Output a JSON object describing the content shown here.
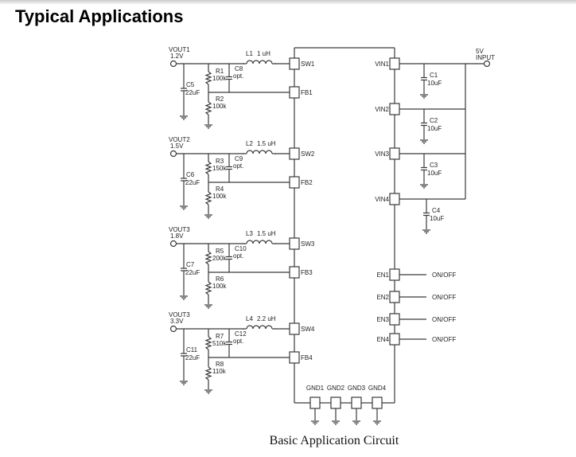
{
  "page": {
    "title": "Typical Applications",
    "caption": "Basic Application Circuit"
  },
  "schematic": {
    "outputs": [
      {
        "name": "VOUT1",
        "voltage": "1.2V",
        "inductor": "L1",
        "inductor_value": "1 uH",
        "r_top": "R1",
        "r_top_value": "100k",
        "r_bot": "R2",
        "r_bot_value": "100k",
        "c_ff": "C8",
        "c_ff_value": "opt.",
        "c_out": "C5",
        "c_out_value": "22uF",
        "sw_pin": "SW1",
        "fb_pin": "FB1"
      },
      {
        "name": "VOUT2",
        "voltage": "1.5V",
        "inductor": "L2",
        "inductor_value": "1.5 uH",
        "r_top": "R3",
        "r_top_value": "150k",
        "r_bot": "R4",
        "r_bot_value": "100k",
        "c_ff": "C9",
        "c_ff_value": "opt.",
        "c_out": "C6",
        "c_out_value": "22uF",
        "sw_pin": "SW2",
        "fb_pin": "FB2"
      },
      {
        "name": "VOUT3",
        "voltage": "1.8V",
        "inductor": "L3",
        "inductor_value": "1.5 uH",
        "r_top": "R5",
        "r_top_value": "200k",
        "r_bot": "R6",
        "r_bot_value": "100k",
        "c_ff": "C10",
        "c_ff_value": "opt.",
        "c_out": "C7",
        "c_out_value": "22uF",
        "sw_pin": "SW3",
        "fb_pin": "FB3"
      },
      {
        "name": "VOUT3",
        "voltage": "3.3V",
        "inductor": "L4",
        "inductor_value": "2.2 uH",
        "r_top": "R7",
        "r_top_value": "510k",
        "r_bot": "R8",
        "r_bot_value": "110k",
        "c_ff": "C12",
        "c_ff_value": "opt.",
        "c_out": "C11",
        "c_out_value": "22uF",
        "sw_pin": "SW4",
        "fb_pin": "FB4"
      }
    ],
    "input": {
      "label_line1": "5V",
      "label_line2": "INPUT"
    },
    "vin_pins": [
      {
        "pin": "VIN1",
        "cap": "C1",
        "cap_value": "10uF"
      },
      {
        "pin": "VIN2",
        "cap": "C2",
        "cap_value": "10uF"
      },
      {
        "pin": "VIN3",
        "cap": "C3",
        "cap_value": "10uF"
      },
      {
        "pin": "VIN4",
        "cap": "C4",
        "cap_value": "10uF"
      }
    ],
    "enable_pins": [
      {
        "pin": "EN1",
        "label": "ON/OFF"
      },
      {
        "pin": "EN2",
        "label": "ON/OFF"
      },
      {
        "pin": "EN3",
        "label": "ON/OFF"
      },
      {
        "pin": "EN4",
        "label": "ON/OFF"
      }
    ],
    "gnd_pins": [
      "GND1",
      "GND2",
      "GND3",
      "GND4"
    ]
  }
}
